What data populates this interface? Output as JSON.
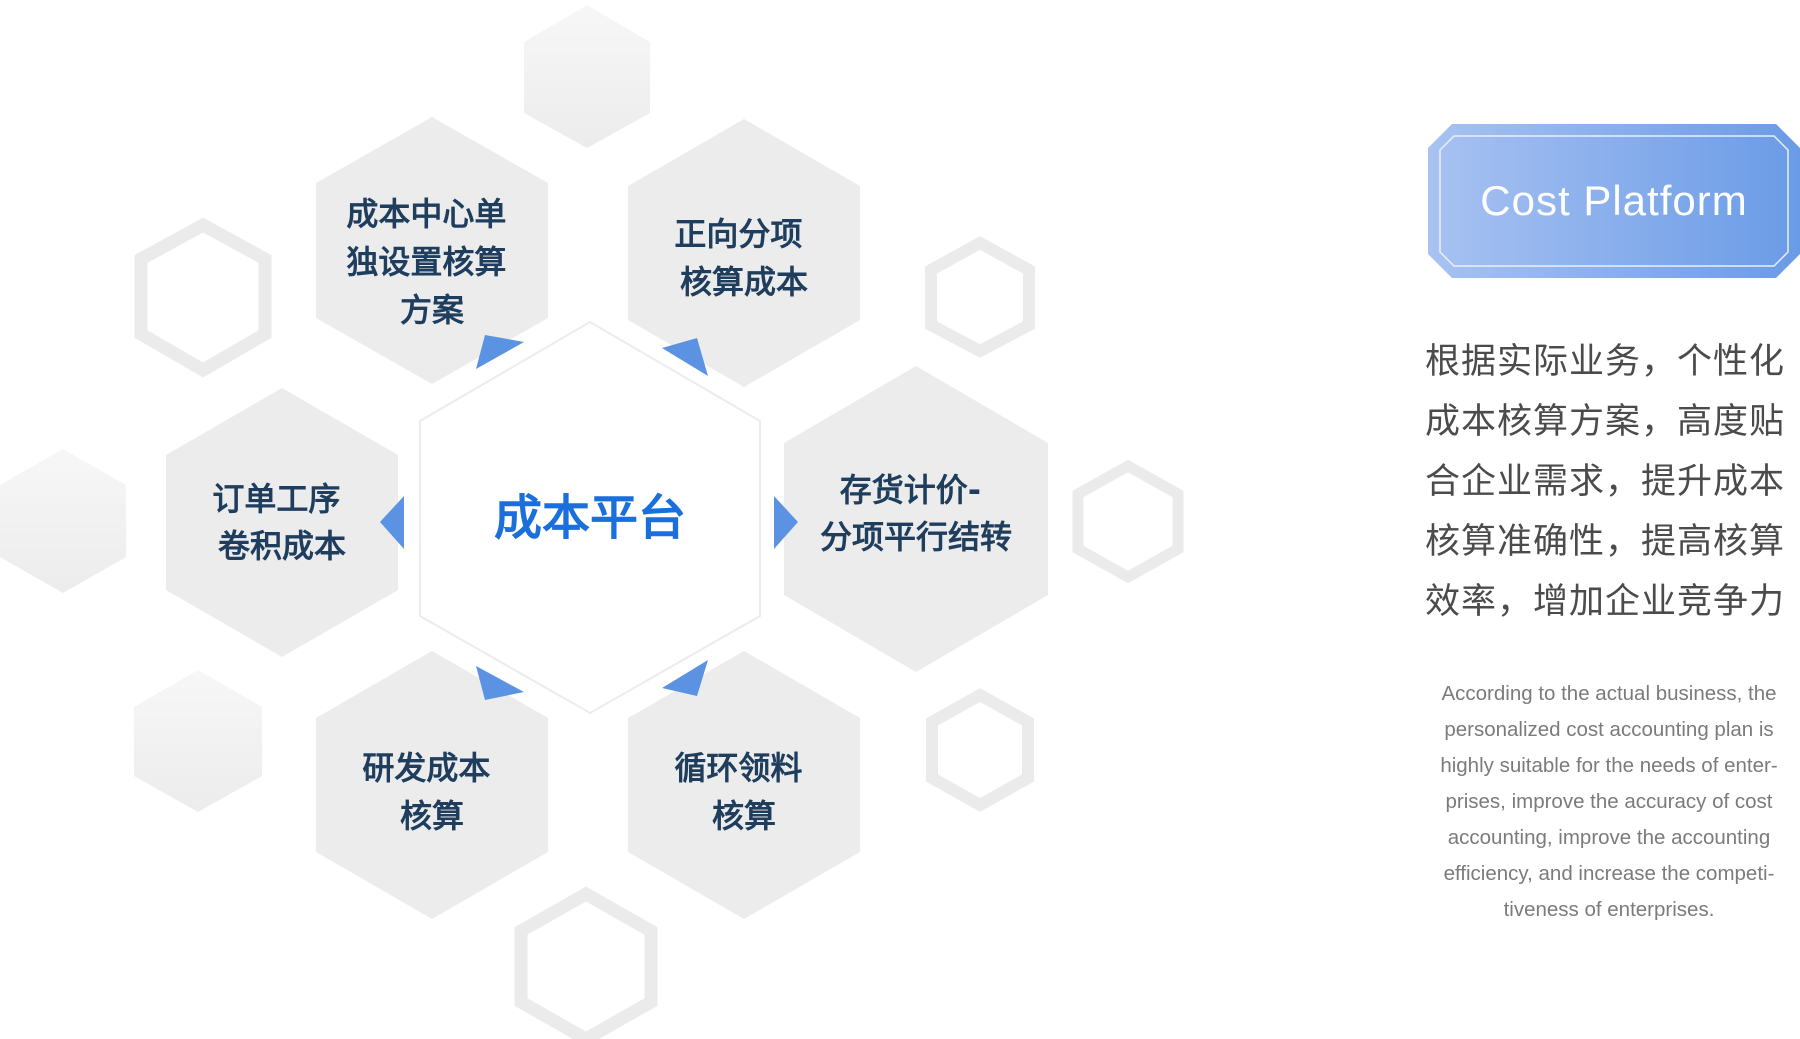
{
  "diagram": {
    "center": {
      "label": "成本平台"
    },
    "modules": [
      {
        "id": "cost-center-scheme",
        "lines": [
          "成本中心单",
          "独设置核算",
          "方案"
        ]
      },
      {
        "id": "forward-itemized",
        "lines": [
          "正向分项",
          "核算成本"
        ]
      },
      {
        "id": "order-process-rollup",
        "lines": [
          "订单工序",
          "卷积成本"
        ]
      },
      {
        "id": "inventory-valuation",
        "lines": [
          "存货计价-",
          "分项平行结转"
        ]
      },
      {
        "id": "rd-cost",
        "lines": [
          "研发成本",
          "核算"
        ]
      },
      {
        "id": "cyclic-material",
        "lines": [
          "循环领料",
          "核算"
        ]
      }
    ]
  },
  "panel": {
    "badge_label": "Cost Platform",
    "summary_zh_lines": [
      "根据实际业务，个性化",
      "成本核算方案，高度贴",
      "合企业需求，提升成本",
      "核算准确性，提高核算",
      "效率，增加企业竞争力"
    ],
    "summary_en_lines": [
      "According to the actual business, the",
      "personalized cost accounting plan is",
      "highly suitable for the needs of enter-",
      "prises, improve the accuracy of cost",
      "accounting, improve the accounting",
      "efficiency, and increase the competi-",
      "tiveness of enterprises."
    ]
  },
  "colors": {
    "hex_fill": "#ececec",
    "hex_outline": "#ebebeb",
    "text_dark": "#1f3e5e",
    "accent_blue": "#1a6fdc",
    "arrow_blue": "#5b93e2",
    "badge_light": "#a8c2f2",
    "badge_dark": "#6a9be6"
  }
}
